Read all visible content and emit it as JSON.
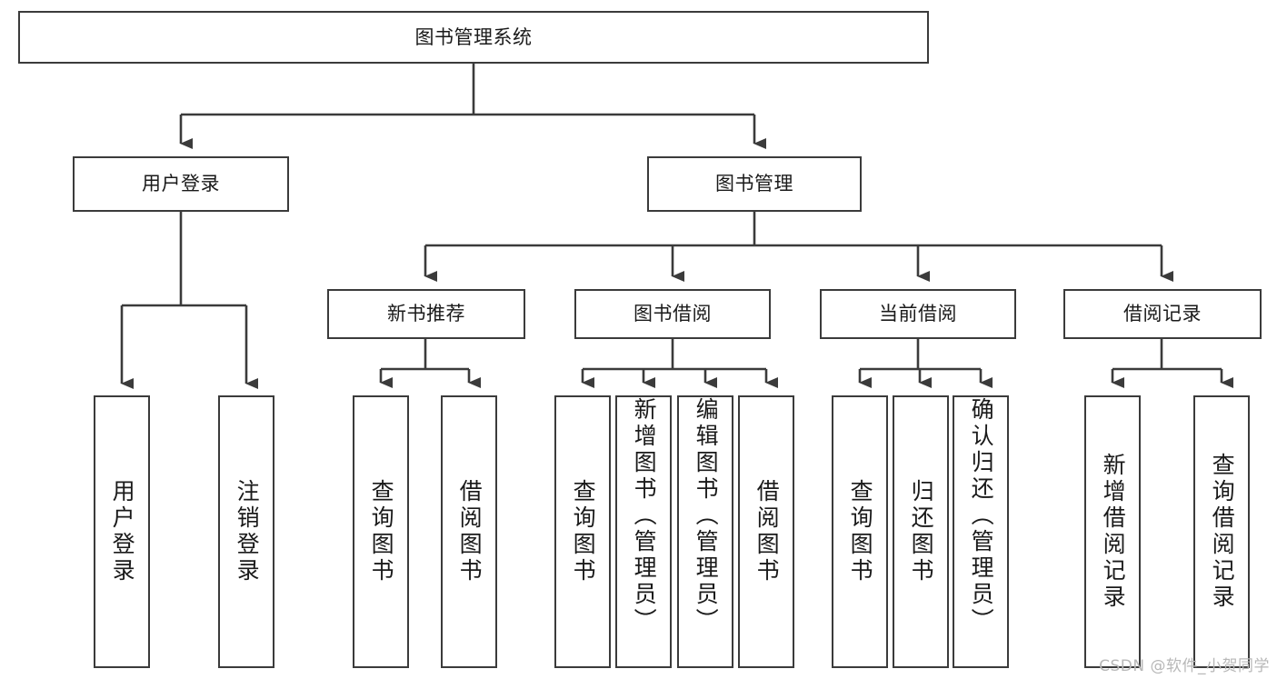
{
  "diagram": {
    "title": "图书管理系统",
    "type": "tree-hierarchy-chart",
    "colors": {
      "box_border": "#3b3b3b",
      "box_fill": "#ffffff",
      "edge": "#3b3b3b",
      "text": "#1a1a1a",
      "watermark": "#b8b8b8",
      "background": "#ffffff"
    },
    "watermark": "CSDN @软件_小贺同学"
  },
  "nodes": {
    "root": {
      "id": "root",
      "label": "图书管理系统",
      "level": 0,
      "orientation": "horizontal"
    },
    "level1": [
      {
        "id": "user-login",
        "label": "用户登录",
        "level": 1,
        "orientation": "horizontal"
      },
      {
        "id": "book-manage",
        "label": "图书管理",
        "level": 1,
        "orientation": "horizontal"
      }
    ],
    "level2": [
      {
        "id": "new-book-recommend",
        "label": "新书推荐",
        "level": 2,
        "orientation": "horizontal",
        "parent": "book-manage"
      },
      {
        "id": "book-borrow",
        "label": "图书借阅",
        "level": 2,
        "orientation": "horizontal",
        "parent": "book-manage"
      },
      {
        "id": "current-borrow",
        "label": "当前借阅",
        "level": 2,
        "orientation": "horizontal",
        "parent": "book-manage"
      },
      {
        "id": "borrow-record",
        "label": "借阅记录",
        "level": 2,
        "orientation": "horizontal",
        "parent": "book-manage"
      }
    ],
    "leaves": [
      {
        "id": "leaf-user-login",
        "label": "用户登录",
        "orientation": "vertical",
        "parent": "user-login"
      },
      {
        "id": "leaf-user-logout",
        "label": "注销登录",
        "orientation": "vertical",
        "parent": "user-login"
      },
      {
        "id": "leaf-query-book-1",
        "label": "查询图书",
        "orientation": "vertical",
        "parent": "new-book-recommend"
      },
      {
        "id": "leaf-borrow-book-1",
        "label": "借阅图书",
        "orientation": "vertical",
        "parent": "new-book-recommend"
      },
      {
        "id": "leaf-query-book-2",
        "label": "查询图书",
        "orientation": "vertical",
        "parent": "book-borrow"
      },
      {
        "id": "leaf-add-book",
        "label": "新增图书（管理员）",
        "orientation": "vertical",
        "parent": "book-borrow"
      },
      {
        "id": "leaf-edit-book",
        "label": "编辑图书（管理员）",
        "orientation": "vertical",
        "parent": "book-borrow"
      },
      {
        "id": "leaf-borrow-book-2",
        "label": "借阅图书",
        "orientation": "vertical",
        "parent": "book-borrow"
      },
      {
        "id": "leaf-query-book-3",
        "label": "查询图书",
        "orientation": "vertical",
        "parent": "current-borrow"
      },
      {
        "id": "leaf-return-book",
        "label": "归还图书",
        "orientation": "vertical",
        "parent": "current-borrow"
      },
      {
        "id": "leaf-confirm-return",
        "label": "确认归还（管理员）",
        "orientation": "vertical",
        "parent": "current-borrow"
      },
      {
        "id": "leaf-add-record",
        "label": "新增借阅记录",
        "orientation": "vertical",
        "parent": "borrow-record"
      },
      {
        "id": "leaf-query-record",
        "label": "查询借阅记录",
        "orientation": "vertical",
        "parent": "borrow-record"
      }
    ]
  }
}
